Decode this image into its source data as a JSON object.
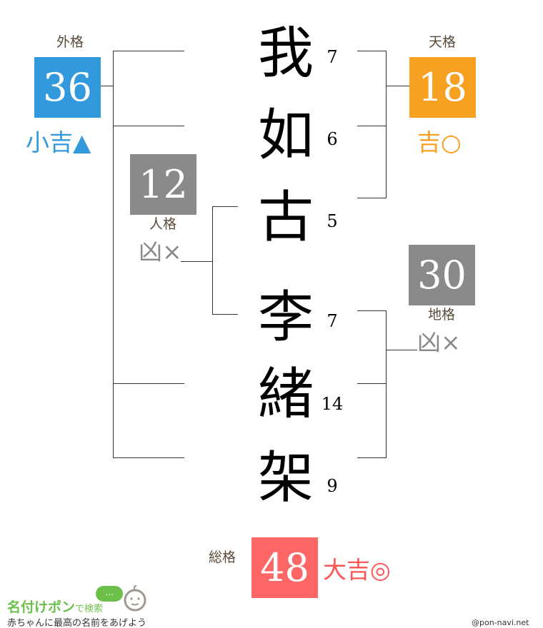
{
  "characters": [
    {
      "char": "我",
      "strokes": "7"
    },
    {
      "char": "如",
      "strokes": "6"
    },
    {
      "char": "古",
      "strokes": "5"
    },
    {
      "char": "李",
      "strokes": "7"
    },
    {
      "char": "緒",
      "strokes": "14"
    },
    {
      "char": "架",
      "strokes": "9"
    }
  ],
  "gaikaku": {
    "label": "外格",
    "value": "36",
    "fortune": "小吉▲",
    "color": "#3399dd"
  },
  "tenkaku": {
    "label": "天格",
    "value": "18",
    "fortune": "吉○",
    "color": "#f7a021"
  },
  "jinkaku": {
    "label": "人格",
    "value": "12",
    "fortune": "凶×",
    "color": "#8a8a8a"
  },
  "chikaku": {
    "label": "地格",
    "value": "30",
    "fortune": "凶×",
    "color": "#8a8a8a"
  },
  "soukaku": {
    "label": "総格",
    "value": "48",
    "fortune": "大吉◎",
    "color": "#ff6666"
  },
  "footer": {
    "logo_main": "名付けポン",
    "logo_sub": "で検索",
    "logo_bubble": "…",
    "tagline": "赤ちゃんに最高の名前をあげよう",
    "credit": "@pon-navi.net"
  }
}
